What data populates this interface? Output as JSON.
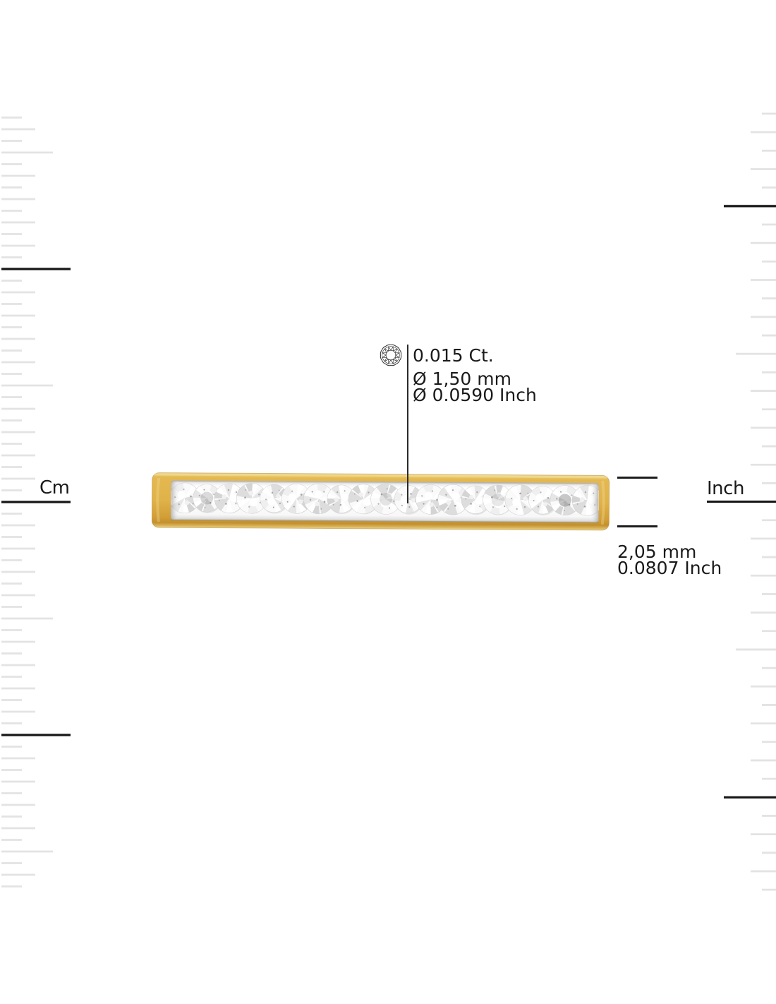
{
  "image": {
    "background": "#ffffff"
  },
  "rulers": {
    "left_label": "Cm",
    "right_label": "Inch",
    "tick_color_light": "#e3e3e3",
    "tick_color_dark": "#161616"
  },
  "ring": {
    "gold_color": "#E0B249",
    "stone_count": 19
  },
  "stone_callout": {
    "carat": "0.015 Ct.",
    "diameter_mm": "Ø 1,50 mm",
    "diameter_inch": "Ø 0.0590 Inch"
  },
  "band_measurement": {
    "width_mm": "2,05 mm",
    "width_inch": "0.0807 Inch"
  }
}
